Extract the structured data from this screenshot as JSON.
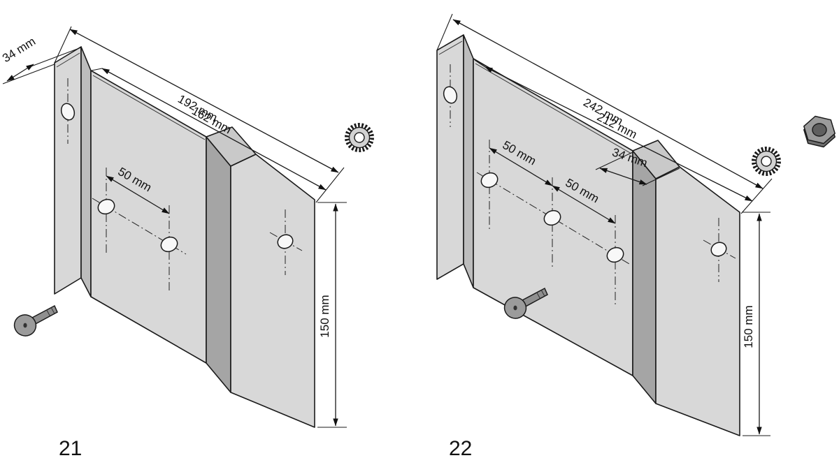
{
  "figure21": {
    "caption": "21",
    "dims": {
      "flange_depth": "34 mm",
      "outer_width": "192 mm",
      "inner_width": "162 mm",
      "hole_spacing": "50 mm",
      "height": "150 mm"
    },
    "hardware": [
      "flat-head-screw",
      "serrated-lock-washer"
    ]
  },
  "figure22": {
    "caption": "22",
    "dims": {
      "outer_width": "242 mm",
      "inner_width": "212 mm",
      "hole_spacing_a": "50 mm",
      "hole_spacing_b": "50 mm",
      "offset": "34 mm",
      "height": "150 mm"
    },
    "hardware": [
      "flat-head-screw",
      "serrated-lock-washer",
      "hex-nut"
    ]
  },
  "colors": {
    "background": "#ffffff",
    "face_light": "#d8d8d8",
    "face_mid": "#bdbdbd",
    "face_dark": "#a5a5a5",
    "face_soft": "#c9c9c9",
    "metal": "#9b9b9b",
    "line": "#1a1a1a"
  }
}
